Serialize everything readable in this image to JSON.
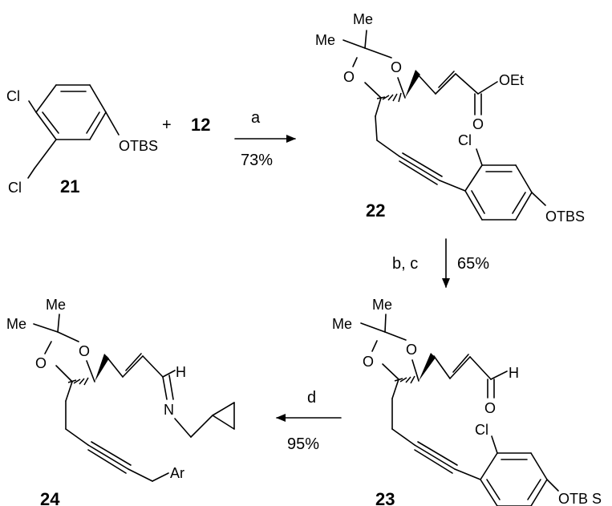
{
  "labels": {
    "me": "Me",
    "o": "O",
    "n": "N",
    "h": "H",
    "cl": "Cl",
    "oet": "OEt",
    "otbs": "OTBS",
    "otbs_spaced": "OTB S",
    "ar": "Ar",
    "plus": "+"
  },
  "compounds": {
    "c21": "21",
    "c12": "12",
    "c22": "22",
    "c23": "23",
    "c24": "24"
  },
  "steps": {
    "a_reagent": "a",
    "a_yield": "73%",
    "bc_reagent": "b, c",
    "bc_yield": "65%",
    "d_reagent": "d",
    "d_yield": "95%"
  }
}
